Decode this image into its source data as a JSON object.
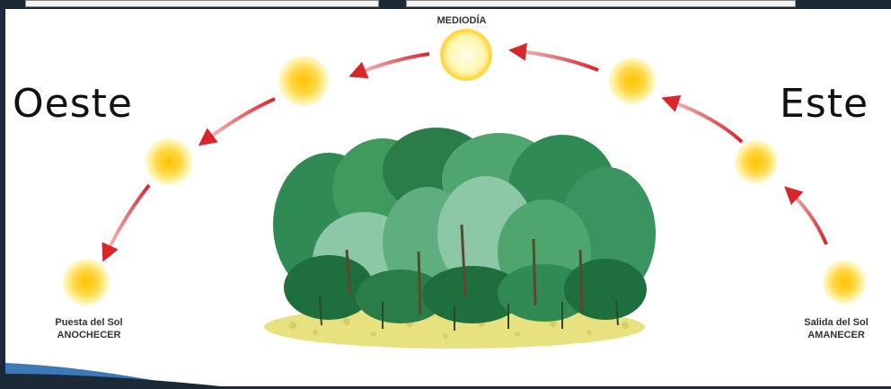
{
  "title": "MEDIODÍA",
  "directions": {
    "west": "Oeste",
    "east": "Este"
  },
  "sunset": {
    "line1": "Puesta del Sol",
    "line2": "ANOCHECER"
  },
  "sunrise": {
    "line1": "Salida del Sol",
    "line2": "AMANECER"
  },
  "colors": {
    "sun_core": "#ffd21f",
    "sun_halo": "#fff27a",
    "noon_halo": "#fff9c9",
    "arrow": "#d8262a",
    "canopy_dark": "#1f6e3e",
    "canopy_mid": "#3f9a5e",
    "canopy_light": "#8cc7a6",
    "ground": "#e5de7a",
    "frame_dark": "#1c2a38",
    "swoosh": "#3d78b8"
  },
  "icons": [
    "sun-icon",
    "arrow-icon",
    "forest-icon"
  ]
}
